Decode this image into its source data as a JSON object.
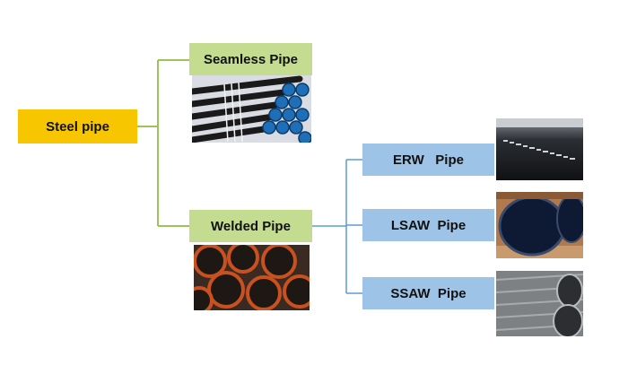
{
  "root": {
    "label": "Steel pipe",
    "color": "#f7c600"
  },
  "categories": [
    {
      "label": "Seamless Pipe",
      "color": "#c3dc8f",
      "image": "stacked black seamless pipes with blue end caps"
    },
    {
      "label": "Welded Pipe",
      "color": "#c3dc8f",
      "image": "large welded pipes with orange rims"
    }
  ],
  "welded_types": [
    {
      "label": "ERW   Pipe",
      "color": "#9dc3e6",
      "image": "erw pipe close-up with printed marking"
    },
    {
      "label": "LSAW  Pipe",
      "color": "#9dc3e6",
      "image": "lsaw pipe ends"
    },
    {
      "label": "SSAW  Pipe",
      "color": "#9dc3e6",
      "image": "ssaw spiral pipes"
    }
  ],
  "line_colors": {
    "green": "#9cc35a",
    "blue": "#5b9bd5"
  }
}
